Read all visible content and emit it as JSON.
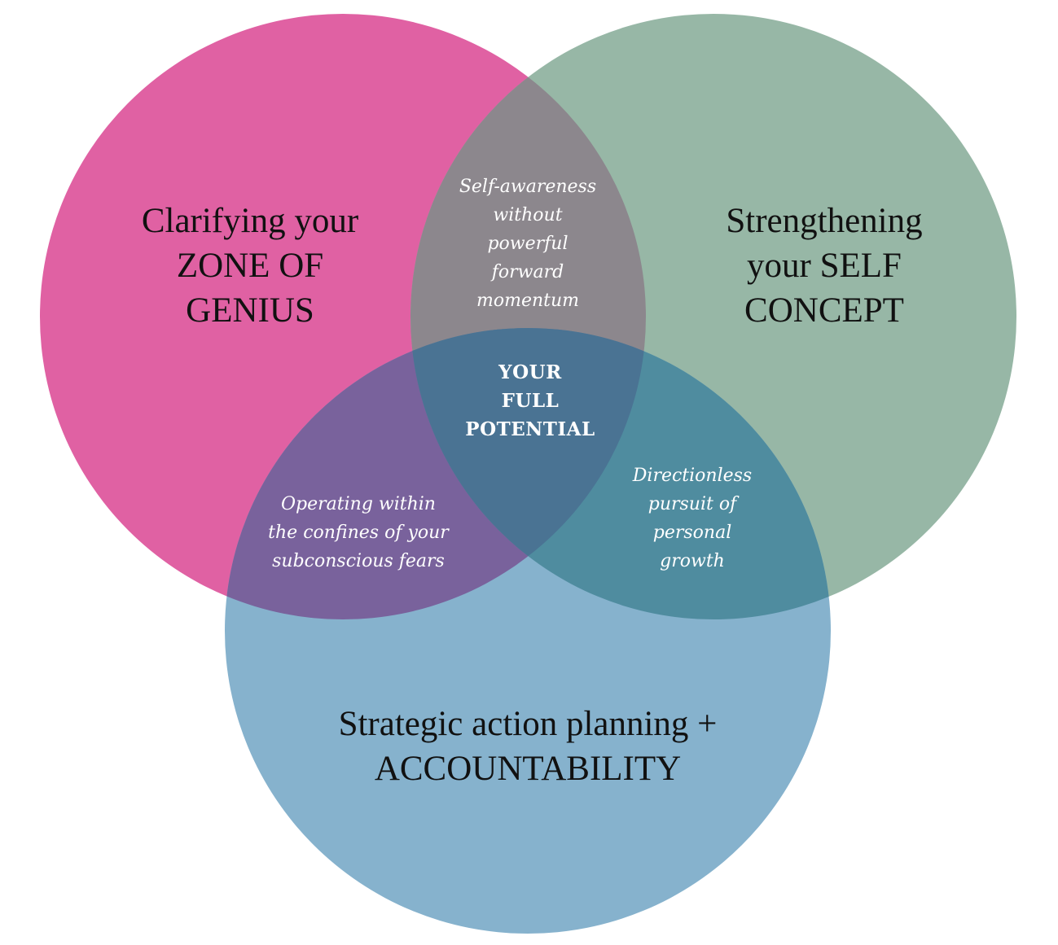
{
  "colors": {
    "background": "#ffffff",
    "genius_circle": "#e061a3",
    "self_concept_circle": "#97b7a6",
    "action_circle": "#86b2cd",
    "genius_self_overlap": "#8c878d",
    "genius_action_overlap": "#79629c",
    "self_action_overlap": "#4f8c9f",
    "center_overlap": "#4a7393",
    "main_text": "#111111",
    "overlap_text": "#ffffff"
  },
  "circles": {
    "genius": {
      "lines": [
        "Clarifying your",
        "ZONE OF",
        "GENIUS"
      ]
    },
    "self_concept": {
      "lines": [
        "Strengthening",
        "your SELF",
        "CONCEPT"
      ]
    },
    "action": {
      "lines": [
        "Strategic action planning +",
        "ACCOUNTABILITY"
      ]
    }
  },
  "overlaps": {
    "genius_self": {
      "lines": [
        "Self-awareness",
        "without",
        "powerful",
        "forward",
        "momentum"
      ]
    },
    "genius_action": {
      "lines": [
        "Operating within",
        "the confines of your",
        "subconscious fears"
      ]
    },
    "self_action": {
      "lines": [
        "Directionless",
        "pursuit of",
        "personal",
        "growth"
      ]
    },
    "center": {
      "lines": [
        "YOUR",
        "FULL",
        "POTENTIAL"
      ]
    }
  }
}
